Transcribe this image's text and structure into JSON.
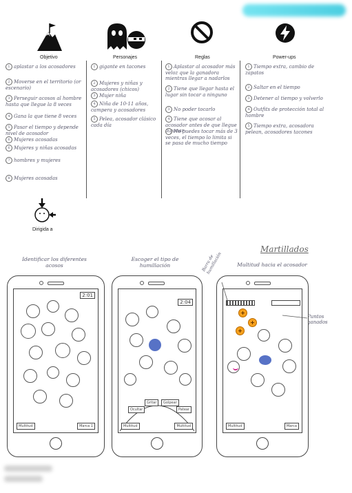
{
  "columns": [
    {
      "label": "Objetivo",
      "icon": "mountain-flag-icon"
    },
    {
      "label": "Personajes",
      "icon": "ghost-ninja-icon"
    },
    {
      "label": "Reglas",
      "icon": "prohibited-icon"
    },
    {
      "label": "Power-ups",
      "icon": "lightning-icon"
    }
  ],
  "objetivo_notes": [
    {
      "n": "1",
      "text": "aplastar a los acosadores"
    },
    {
      "n": "2",
      "text": "Moverse en el territorio (or escenario)"
    },
    {
      "n": "3",
      "text": "Perseguir acosos al hombre hasta que llegue la 8 veces"
    },
    {
      "n": "4",
      "text": "Gana la que tiene 8 veces"
    },
    {
      "n": "5",
      "text": "Pasar el tiempo y depende nivel de acosador"
    },
    {
      "n": "6",
      "text": "Mujeres acosadas"
    },
    {
      "n": "6",
      "text": "Mujeres y niñas acosadas"
    },
    {
      "n": "7",
      "text": "hombres y mujeres"
    },
    {
      "n": "8",
      "text": "Mujeres acosadas"
    }
  ],
  "personajes_notes": [
    {
      "n": "1",
      "text": "gigante en tacones"
    },
    {
      "n": "2",
      "text": "Mujeres y niñas y acosadores (chicos)"
    },
    {
      "n": "3",
      "text": "Mujer niña"
    },
    {
      "n": "4",
      "text": "Niña de 10-11 años, campera y acosadores"
    },
    {
      "n": "5",
      "text": "Pelea, acosador clásico cada día"
    }
  ],
  "reglas_notes": [
    {
      "n": "1",
      "text": "Aplastar al acosador más veloz que la ganadora mientras llegar a nadarlos"
    },
    {
      "n": "2",
      "text": "Tiene que llegar hasta el lugar sin tocar a ninguno"
    },
    {
      "n": "3",
      "text": "No poder tocarlo"
    },
    {
      "n": "4",
      "text": "Tiene que acosar al acosador antes de que llegue a ganar"
    },
    {
      "n": "5",
      "text": "No puedes tocar más de 3 veces, el tiempo lo limita si se pasa de mucho tiempo"
    }
  ],
  "powerups_notes": [
    {
      "n": "1",
      "text": "Tiempo extra, cambio de zapatos"
    },
    {
      "n": "2",
      "text": "Saltar en el tiempo"
    },
    {
      "n": "3",
      "text": "Detener al tiempo y volverlo"
    },
    {
      "n": "4",
      "text": "Outfits de protección total al hombre"
    },
    {
      "n": "5",
      "text": "Tiempo extra, acosadora pelean, acosadores tacones"
    }
  ],
  "persona_label": "Dirigida a",
  "storyboard": {
    "title": "Martillados",
    "panels": [
      {
        "caption": "Identificar los diferentes acosos",
        "timer": "2:01",
        "btn_left": "Multitud",
        "btn_right": "Marca 1"
      },
      {
        "caption": "Escoger el tipo de humillación",
        "timer": "2:04",
        "btn_left": "Multitud",
        "btn_right": "Multitud",
        "arc_labels": [
          "Ocultar",
          "Gritar",
          "Golpear",
          "Patear"
        ]
      },
      {
        "caption": "Multitud hacia el acosador",
        "btn_left": "Multitud",
        "btn_right": "Marca",
        "side_note_left": "Barra de humillación",
        "side_note_right": "Puntos ganados",
        "coin_symbol": "+"
      }
    ]
  }
}
